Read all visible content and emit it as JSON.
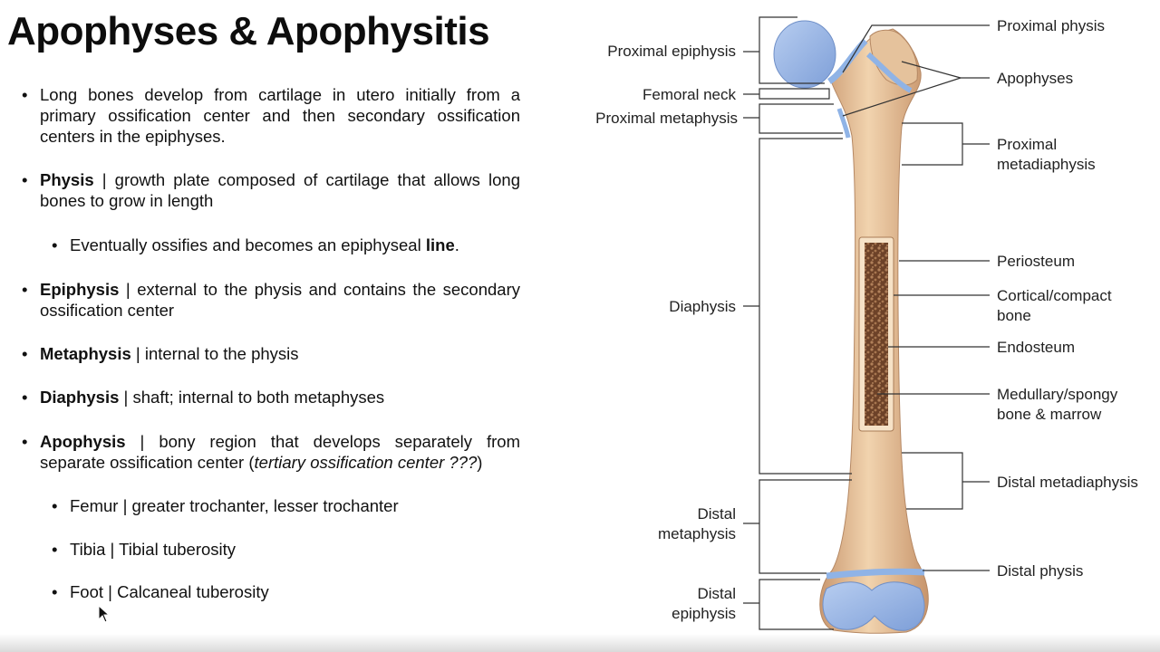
{
  "slide": {
    "title": "Apophyses & Apophysitis",
    "bullets": [
      {
        "lead": "",
        "sep": "",
        "text": "Long bones develop from cartilage in utero initially from a primary ossification center and then secondary ossification centers in the epiphyses."
      },
      {
        "lead": "Physis",
        "sep": " | ",
        "text": "growth plate composed of cartilage that allows long bones to grow in length"
      },
      {
        "text_before": "Eventually ossifies and becomes an epiphyseal ",
        "bold": "line",
        "text_after": "."
      },
      {
        "lead": "Epiphysis",
        "sep": " | ",
        "text": "external to the physis and contains the secondary ossification center"
      },
      {
        "lead": "Metaphysis",
        "sep": " | ",
        "text": "internal to the physis"
      },
      {
        "lead": "Diaphysis",
        "sep": " | ",
        "text": "shaft; internal to both metaphyses"
      },
      {
        "lead": "Apophysis",
        "sep": " | ",
        "text": "bony region that develops separately from separate ossification center (",
        "italic": "tertiary ossification center ???",
        "text_after": ")"
      },
      {
        "text": "Femur | greater trochanter, lesser trochanter"
      },
      {
        "text": "Tibia | Tibial tuberosity"
      },
      {
        "text": "Foot | Calcaneal tuberosity"
      }
    ],
    "bullet_glyph": "•"
  },
  "figure": {
    "left_labels": {
      "proximal_epiphysis": "Proximal epiphysis",
      "femoral_neck": "Femoral neck",
      "proximal_metaphysis": "Proximal metaphysis",
      "diaphysis": "Diaphysis",
      "distal_metaphysis_1": "Distal",
      "distal_metaphysis_2": "metaphysis",
      "distal_epiphysis_1": "Distal",
      "distal_epiphysis_2": "epiphysis"
    },
    "right_labels": {
      "proximal_physis": "Proximal physis",
      "apophyses": "Apophyses",
      "proximal_metadiaphysis_1": "Proximal",
      "proximal_metadiaphysis_2": "metadiaphysis",
      "periosteum": "Periosteum",
      "cortical_1": "Cortical/compact",
      "cortical_2": "bone",
      "endosteum": "Endosteum",
      "medullary_1": "Medullary/spongy",
      "medullary_2": "bone & marrow",
      "distal_metadiaphysis": "Distal metadiaphysis",
      "distal_physis": "Distal physis"
    },
    "colors": {
      "bone": "#e9c7a0",
      "bone_shade": "#cfa077",
      "cartilage": "#8fb3e6",
      "marrow": "#8a5a3a",
      "line": "#333333"
    }
  }
}
